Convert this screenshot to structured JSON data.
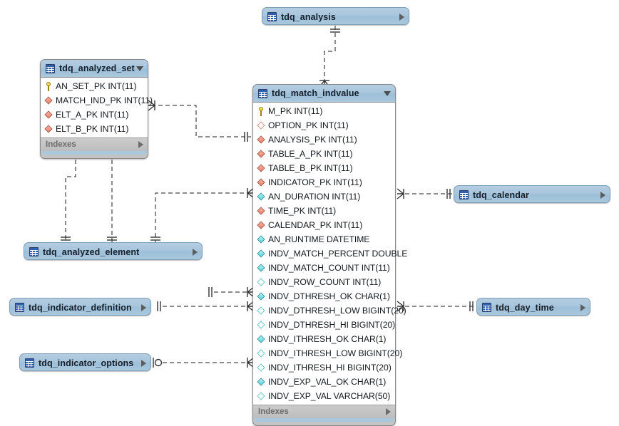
{
  "diagram": {
    "title": "tdq_match_indvalue ER diagram",
    "background": "#ffffff",
    "header_color": "#a8c6dd",
    "footer_color": "#c6c6c6",
    "line_color": "#1a1a1a",
    "indexes_label": "Indexes",
    "icons": {
      "table": "table-icon",
      "primary_key": "key-icon",
      "foreign_key": "diamond-icon",
      "expand": "chevron-right-icon",
      "collapse": "chevron-down-icon"
    }
  },
  "entities": {
    "analysis": {
      "name": "tdq_analysis",
      "state": "collapsed"
    },
    "analyzed_set": {
      "name": "tdq_analyzed_set",
      "state": "expanded",
      "footer": "Indexes",
      "fields": [
        {
          "name": "AN_SET_PK",
          "type": "INT(11)",
          "icon": "key"
        },
        {
          "name": "MATCH_IND_PK",
          "type": "INT(11)",
          "icon": "red-fill"
        },
        {
          "name": "ELT_A_PK",
          "type": "INT(11)",
          "icon": "red-fill"
        },
        {
          "name": "ELT_B_PK",
          "type": "INT(11)",
          "icon": "red-fill"
        }
      ]
    },
    "match_indvalue": {
      "name": "tdq_match_indvalue",
      "state": "expanded",
      "footer": "Indexes",
      "fields": [
        {
          "name": "M_PK",
          "type": "INT(11)",
          "icon": "key"
        },
        {
          "name": "OPTION_PK",
          "type": "INT(11)",
          "icon": "red-open"
        },
        {
          "name": "ANALYSIS_PK",
          "type": "INT(11)",
          "icon": "red-fill"
        },
        {
          "name": "TABLE_A_PK",
          "type": "INT(11)",
          "icon": "red-fill"
        },
        {
          "name": "TABLE_B_PK",
          "type": "INT(11)",
          "icon": "red-fill"
        },
        {
          "name": "INDICATOR_PK",
          "type": "INT(11)",
          "icon": "red-fill"
        },
        {
          "name": "AN_DURATION",
          "type": "INT(11)",
          "icon": "cyan-fill"
        },
        {
          "name": "TIME_PK",
          "type": "INT(11)",
          "icon": "red-fill"
        },
        {
          "name": "CALENDAR_PK",
          "type": "INT(11)",
          "icon": "red-fill"
        },
        {
          "name": "AN_RUNTIME",
          "type": "DATETIME",
          "icon": "cyan-fill"
        },
        {
          "name": "INDV_MATCH_PERCENT",
          "type": "DOUBLE",
          "icon": "cyan-fill"
        },
        {
          "name": "INDV_MATCH_COUNT",
          "type": "INT(11)",
          "icon": "cyan-fill"
        },
        {
          "name": "INDV_ROW_COUNT",
          "type": "INT(11)",
          "icon": "cyan-open"
        },
        {
          "name": "INDV_DTHRESH_OK",
          "type": "CHAR(1)",
          "icon": "cyan-fill"
        },
        {
          "name": "INDV_DTHRESH_LOW",
          "type": "BIGINT(20)",
          "icon": "cyan-open"
        },
        {
          "name": "INDV_DTHRESH_HI",
          "type": "BIGINT(20)",
          "icon": "cyan-open"
        },
        {
          "name": "INDV_ITHRESH_OK",
          "type": "CHAR(1)",
          "icon": "cyan-fill"
        },
        {
          "name": "INDV_ITHRESH_LOW",
          "type": "BIGINT(20)",
          "icon": "cyan-open"
        },
        {
          "name": "INDV_ITHRESH_HI",
          "type": "BIGINT(20)",
          "icon": "cyan-open"
        },
        {
          "name": "INDV_EXP_VAL_OK",
          "type": "CHAR(1)",
          "icon": "cyan-fill"
        },
        {
          "name": "INDV_EXP_VAL",
          "type": "VARCHAR(50)",
          "icon": "cyan-open"
        }
      ]
    },
    "analyzed_element": {
      "name": "tdq_analyzed_element",
      "state": "collapsed"
    },
    "indicator_definition": {
      "name": "tdq_indicator_definition",
      "state": "collapsed"
    },
    "indicator_options": {
      "name": "tdq_indicator_options",
      "state": "collapsed"
    },
    "calendar": {
      "name": "tdq_calendar",
      "state": "collapsed"
    },
    "day_time": {
      "name": "tdq_day_time",
      "state": "collapsed"
    }
  },
  "relationships": [
    {
      "from": "tdq_analysis",
      "to": "tdq_match_indvalue",
      "from_cardinality": "one-and-only-one",
      "to_cardinality": "many",
      "style": "dashed"
    },
    {
      "from": "tdq_analyzed_set",
      "to": "tdq_match_indvalue",
      "from_cardinality": "many",
      "to_cardinality": "one-and-only-one",
      "style": "dashed"
    },
    {
      "from": "tdq_analyzed_set",
      "to": "tdq_analyzed_element",
      "from_cardinality": "many",
      "to_cardinality": "one-and-only-one",
      "style": "dashed"
    },
    {
      "from": "tdq_analyzed_set",
      "to": "tdq_analyzed_element",
      "from_cardinality": "many",
      "to_cardinality": "one-and-only-one",
      "style": "dashed"
    },
    {
      "from": "tdq_analyzed_element",
      "to": "tdq_match_indvalue",
      "from_cardinality": "one-and-only-one",
      "to_cardinality": "many",
      "style": "dashed"
    },
    {
      "from": "tdq_analyzed_element",
      "to": "tdq_match_indvalue",
      "from_cardinality": "one-and-only-one",
      "to_cardinality": "many",
      "style": "dashed"
    },
    {
      "from": "tdq_indicator_definition",
      "to": "tdq_match_indvalue",
      "from_cardinality": "one-and-only-one",
      "to_cardinality": "many",
      "style": "dashed"
    },
    {
      "from": "tdq_indicator_options",
      "to": "tdq_match_indvalue",
      "from_cardinality": "zero-or-one",
      "to_cardinality": "many",
      "style": "dashed"
    },
    {
      "from": "tdq_match_indvalue",
      "to": "tdq_calendar",
      "from_cardinality": "many",
      "to_cardinality": "one-and-only-one",
      "style": "dashed"
    },
    {
      "from": "tdq_match_indvalue",
      "to": "tdq_day_time",
      "from_cardinality": "many",
      "to_cardinality": "one-and-only-one",
      "style": "dashed"
    }
  ]
}
